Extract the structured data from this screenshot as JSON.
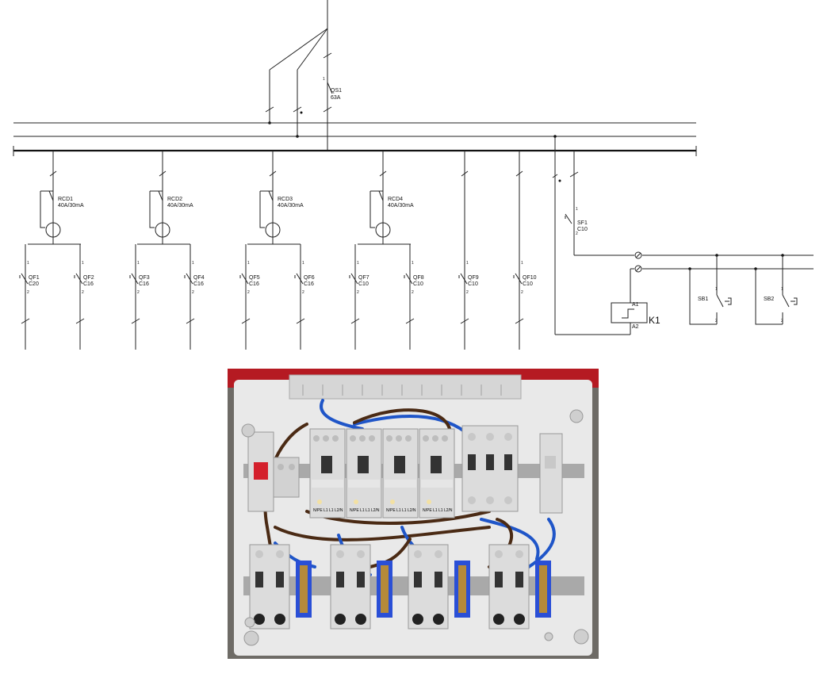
{
  "schematic": {
    "qs1": {
      "name": "QS1",
      "rating": "63A"
    },
    "rcds": [
      {
        "name": "RCD1",
        "rating": "40A/30mA"
      },
      {
        "name": "RCD2",
        "rating": "40A/30mA"
      },
      {
        "name": "RCD3",
        "rating": "40A/30mA"
      },
      {
        "name": "RCD4",
        "rating": "40A/30mA"
      }
    ],
    "breakers": [
      {
        "name": "QF1",
        "rating": "C20"
      },
      {
        "name": "QF2",
        "rating": "C16"
      },
      {
        "name": "QF3",
        "rating": "C16"
      },
      {
        "name": "QF4",
        "rating": "C16"
      },
      {
        "name": "QF5",
        "rating": "C16"
      },
      {
        "name": "QF6",
        "rating": "C16"
      },
      {
        "name": "QF7",
        "rating": "C10"
      },
      {
        "name": "QF8",
        "rating": "C10"
      },
      {
        "name": "QF9",
        "rating": "C10"
      },
      {
        "name": "QF10",
        "rating": "C10"
      }
    ],
    "sf1": {
      "name": "SF1",
      "rating": "C10"
    },
    "contactor": {
      "name": "K1",
      "a1": "A1",
      "a2": "A2"
    },
    "buttons": [
      {
        "name": "SB1"
      },
      {
        "name": "SB2"
      }
    ],
    "terminal_1": "1",
    "terminal_2": "2"
  },
  "photo": {
    "module_labels": [
      "N/PE L1",
      "L1 L2/N",
      "N/PE L1",
      "L1 L2/N",
      "N/PE L1",
      "L1 L2/N",
      "N/PE L1",
      "L1 L2/N"
    ],
    "colors": {
      "enclosure": "#e9e9e9",
      "module": "#dcdcdc",
      "blue_wire": "#1f55c8",
      "brown_wire": "#4a2a14",
      "din_rail": "#a9a9a9",
      "terminal_block": "#2a4fd6",
      "brass": "#b58a3a",
      "handle_red": "#d4202c"
    }
  }
}
